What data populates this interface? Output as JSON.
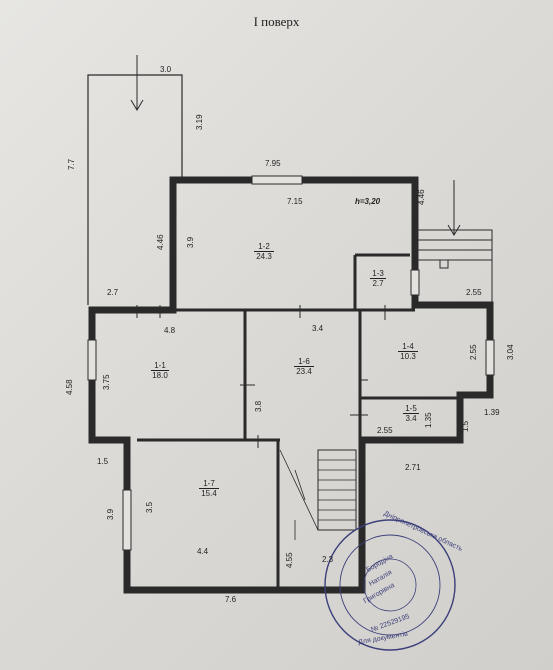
{
  "title": "І поверх",
  "ceiling_height": "h=3,20",
  "rooms": [
    {
      "id": "1-1",
      "area": "18.0"
    },
    {
      "id": "1-2",
      "area": "24.3"
    },
    {
      "id": "1-3",
      "area": "2.7"
    },
    {
      "id": "1-4",
      "area": "10.3"
    },
    {
      "id": "1-5",
      "area": "3.4"
    },
    {
      "id": "1-6",
      "area": "23.4"
    },
    {
      "id": "1-7",
      "area": "15.4"
    }
  ],
  "dimensions": {
    "porch_top": "3.0",
    "porch_right": "3.19",
    "porch_left": "7.7",
    "porch_bottom": "2.7",
    "top_outer": "7.95",
    "top_inner": "7.15",
    "left_4_46": "4.46",
    "room2_height": "3.9",
    "right_4_46": "4.46",
    "room1_width": "4.8",
    "hall_width": "3.4",
    "right_step": "2.55",
    "right_outer": "3.04",
    "room4_height": "2.55",
    "left_outer": "4.58",
    "room1_height": "3.75",
    "hall_height": "3.8",
    "room5_width": "2.55",
    "room5_height": "1.35",
    "right_1_39": "1.39",
    "right_1_5": "1.5",
    "left_step": "1.5",
    "stair_right": "2.71",
    "room7_outer": "3.9",
    "room7_height": "3.5",
    "room7_width": "4.4",
    "stair_height": "4.55",
    "stair_bottom": "2.3",
    "bottom_outer": "7.6"
  },
  "stamp": {
    "lines": [
      "Бородіна",
      "Наталія",
      "Григорівна"
    ],
    "ring_text": "Дніпропетровська область",
    "number": "№ 22529195",
    "caption": "Для документів"
  },
  "colors": {
    "ink": "#2a2a2a",
    "stamp": "#3b3f7a"
  }
}
